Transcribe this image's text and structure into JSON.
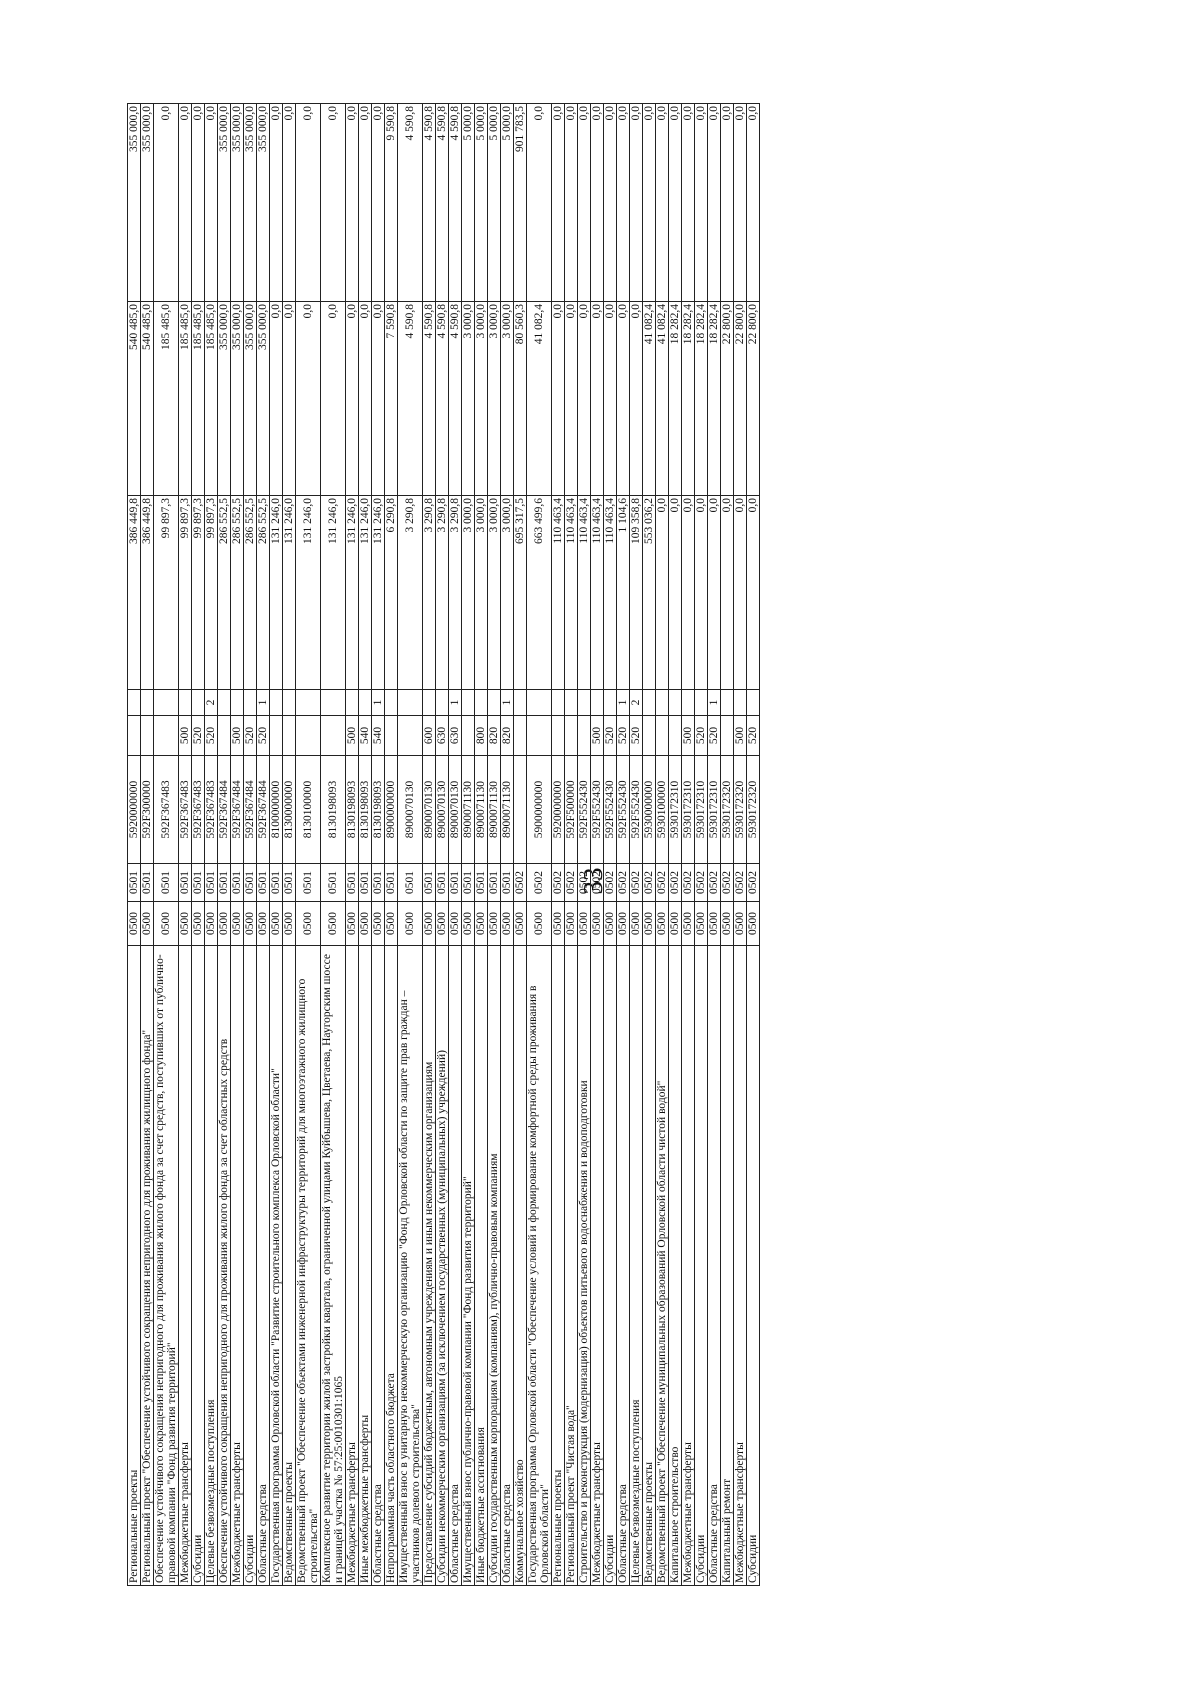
{
  "page_number": "33",
  "columns": [
    "name",
    "section",
    "subsection",
    "target",
    "expense_type",
    "flag",
    "amount_1",
    "amount_2",
    "amount_3"
  ],
  "rows": [
    {
      "name": "Региональные проекты",
      "sec": "0500",
      "sub": "0501",
      "csr": "5920000000",
      "vr": "",
      "flag": "",
      "a1": "386 449,8",
      "a2": "540 485,0",
      "a3": "355 000,0",
      "tall": false
    },
    {
      "name": "Региональный проект \"Обеспечение устойчивого сокращения непригодного для проживания жилищного фонда\"",
      "sec": "0500",
      "sub": "0501",
      "csr": "592F300000",
      "vr": "",
      "flag": "",
      "a1": "386 449,8",
      "a2": "540 485,0",
      "a3": "355 000,0",
      "tall": false
    },
    {
      "name": "Обеспечение устойчивого сокращения непригодного для проживания жилого фонда за счет средств, поступивших от публично-правовой компании \"Фонд развития территорий\"",
      "sec": "0500",
      "sub": "0501",
      "csr": "592F367483",
      "vr": "",
      "flag": "",
      "a1": "99 897,3",
      "a2": "185 485,0",
      "a3": "0,0",
      "tall": true
    },
    {
      "name": "Межбюджетные трансферты",
      "sec": "0500",
      "sub": "0501",
      "csr": "592F367483",
      "vr": "500",
      "flag": "",
      "a1": "99 897,3",
      "a2": "185 485,0",
      "a3": "0,0",
      "tall": false
    },
    {
      "name": "Субсидии",
      "sec": "0500",
      "sub": "0501",
      "csr": "592F367483",
      "vr": "520",
      "flag": "",
      "a1": "99 897,3",
      "a2": "185 485,0",
      "a3": "0,0",
      "tall": false
    },
    {
      "name": "Целевые безвозмездные поступления",
      "sec": "0500",
      "sub": "0501",
      "csr": "592F367483",
      "vr": "520",
      "flag": "2",
      "a1": "99 897,3",
      "a2": "185 485,0",
      "a3": "0,0",
      "tall": false
    },
    {
      "name": "Обеспечение устойчивого сокращения непригодного для проживания жилого фонда за счет областных средств",
      "sec": "0500",
      "sub": "0501",
      "csr": "592F367484",
      "vr": "",
      "flag": "",
      "a1": "286 552,5",
      "a2": "355 000,0",
      "a3": "355 000,0",
      "tall": false
    },
    {
      "name": "Межбюджетные трансферты",
      "sec": "0500",
      "sub": "0501",
      "csr": "592F367484",
      "vr": "500",
      "flag": "",
      "a1": "286 552,5",
      "a2": "355 000,0",
      "a3": "355 000,0",
      "tall": false
    },
    {
      "name": "Субсидии",
      "sec": "0500",
      "sub": "0501",
      "csr": "592F367484",
      "vr": "520",
      "flag": "",
      "a1": "286 552,5",
      "a2": "355 000,0",
      "a3": "355 000,0",
      "tall": false
    },
    {
      "name": "Областные средства",
      "sec": "0500",
      "sub": "0501",
      "csr": "592F367484",
      "vr": "520",
      "flag": "1",
      "a1": "286 552,5",
      "a2": "355 000,0",
      "a3": "355 000,0",
      "tall": false
    },
    {
      "name": "Государственная программа Орловской области \"Развитие строительного комплекса Орловской области\"",
      "sec": "0500",
      "sub": "0501",
      "csr": "8100000000",
      "vr": "",
      "flag": "",
      "a1": "131 246,0",
      "a2": "0,0",
      "a3": "0,0",
      "tall": false
    },
    {
      "name": "Ведомственные проекты",
      "sec": "0500",
      "sub": "0501",
      "csr": "8130000000",
      "vr": "",
      "flag": "",
      "a1": "131 246,0",
      "a2": "0,0",
      "a3": "0,0",
      "tall": false
    },
    {
      "name": "Ведомственный проект \"Обеспечение объектами инженерной инфраструктуры территорий для многоэтажного жилищного строительства\"",
      "sec": "0500",
      "sub": "0501",
      "csr": "8130100000",
      "vr": "",
      "flag": "",
      "a1": "131 246,0",
      "a2": "0,0",
      "a3": "0,0",
      "tall": true
    },
    {
      "name": "Комплексное развитие территории жилой застройки квартала, ограниченной улицами Куйбышева, Цветаева, Наугорским шоссе и границей участка № 57:25:0010301:1065",
      "sec": "0500",
      "sub": "0501",
      "csr": "8130198093",
      "vr": "",
      "flag": "",
      "a1": "131 246,0",
      "a2": "0,0",
      "a3": "0,0",
      "tall": true
    },
    {
      "name": "Межбюджетные трансферты",
      "sec": "0500",
      "sub": "0501",
      "csr": "8130198093",
      "vr": "500",
      "flag": "",
      "a1": "131 246,0",
      "a2": "0,0",
      "a3": "0,0",
      "tall": false
    },
    {
      "name": "Иные межбюджетные трансферты",
      "sec": "0500",
      "sub": "0501",
      "csr": "8130198093",
      "vr": "540",
      "flag": "",
      "a1": "131 246,0",
      "a2": "0,0",
      "a3": "0,0",
      "tall": false
    },
    {
      "name": "Областные средства",
      "sec": "0500",
      "sub": "0501",
      "csr": "8130198093",
      "vr": "540",
      "flag": "1",
      "a1": "131 246,0",
      "a2": "0,0",
      "a3": "0,0",
      "tall": false
    },
    {
      "name": "Непрограммная часть областного бюджета",
      "sec": "0500",
      "sub": "0501",
      "csr": "8900000000",
      "vr": "",
      "flag": "",
      "a1": "6 290,8",
      "a2": "7 590,8",
      "a3": "9 590,8",
      "tall": false
    },
    {
      "name": "Имущественный взнос в унитарную некоммерческую организацию \"Фонд Орловской области по защите прав граждан – участников долевого строительства\"",
      "sec": "0500",
      "sub": "0501",
      "csr": "8900070130",
      "vr": "",
      "flag": "",
      "a1": "3 290,8",
      "a2": "4 590,8",
      "a3": "4 590,8",
      "tall": true
    },
    {
      "name": "Предоставление субсидий бюджетным, автономным учреждениям и иным некоммерческим организациям",
      "sec": "0500",
      "sub": "0501",
      "csr": "8900070130",
      "vr": "600",
      "flag": "",
      "a1": "3 290,8",
      "a2": "4 590,8",
      "a3": "4 590,8",
      "tall": false
    },
    {
      "name": "Субсидии некоммерческим организациям (за исключением государственных (муниципальных) учреждений)",
      "sec": "0500",
      "sub": "0501",
      "csr": "8900070130",
      "vr": "630",
      "flag": "",
      "a1": "3 290,8",
      "a2": "4 590,8",
      "a3": "4 590,8",
      "tall": false
    },
    {
      "name": "Областные средства",
      "sec": "0500",
      "sub": "0501",
      "csr": "8900070130",
      "vr": "630",
      "flag": "1",
      "a1": "3 290,8",
      "a2": "4 590,8",
      "a3": "4 590,8",
      "tall": false
    },
    {
      "name": "Имущественный взнос публично-правовой компании \"Фонд развития территорий\"",
      "sec": "0500",
      "sub": "0501",
      "csr": "8900071130",
      "vr": "",
      "flag": "",
      "a1": "3 000,0",
      "a2": "3 000,0",
      "a3": "5 000,0",
      "tall": false
    },
    {
      "name": "Иные бюджетные ассигнования",
      "sec": "0500",
      "sub": "0501",
      "csr": "8900071130",
      "vr": "800",
      "flag": "",
      "a1": "3 000,0",
      "a2": "3 000,0",
      "a3": "5 000,0",
      "tall": false
    },
    {
      "name": "Субсидии государственным корпорациям (компаниям), публично-правовым компаниям",
      "sec": "0500",
      "sub": "0501",
      "csr": "8900071130",
      "vr": "820",
      "flag": "",
      "a1": "3 000,0",
      "a2": "3 000,0",
      "a3": "5 000,0",
      "tall": false
    },
    {
      "name": "Областные средства",
      "sec": "0500",
      "sub": "0501",
      "csr": "8900071130",
      "vr": "820",
      "flag": "1",
      "a1": "3 000,0",
      "a2": "3 000,0",
      "a3": "5 000,0",
      "tall": false
    },
    {
      "name": "Коммунальное хозяйство",
      "sec": "0500",
      "sub": "0502",
      "csr": "",
      "vr": "",
      "flag": "",
      "a1": "695 317,5",
      "a2": "80 560,3",
      "a3": "901 783,5",
      "tall": false
    },
    {
      "name": "Государственная программа Орловской области \"Обеспечение условий и формирование комфортной среды проживания в Орловской области\"",
      "sec": "0500",
      "sub": "0502",
      "csr": "5900000000",
      "vr": "",
      "flag": "",
      "a1": "663 499,6",
      "a2": "41 082,4",
      "a3": "0,0",
      "tall": true
    },
    {
      "name": "Региональные проекты",
      "sec": "0500",
      "sub": "0502",
      "csr": "5920000000",
      "vr": "",
      "flag": "",
      "a1": "110 463,4",
      "a2": "0,0",
      "a3": "0,0",
      "tall": false
    },
    {
      "name": "Региональный проект \"Чистая вода\"",
      "sec": "0500",
      "sub": "0502",
      "csr": "592F500000",
      "vr": "",
      "flag": "",
      "a1": "110 463,4",
      "a2": "0,0",
      "a3": "0,0",
      "tall": false
    },
    {
      "name": "Строительство и реконструкция (модернизация) объектов питьевого водоснабжения и водоподготовки",
      "sec": "0500",
      "sub": "0502",
      "csr": "592F552430",
      "vr": "",
      "flag": "",
      "a1": "110 463,4",
      "a2": "0,0",
      "a3": "0,0",
      "tall": false
    },
    {
      "name": "Межбюджетные трансферты",
      "sec": "0500",
      "sub": "0502",
      "csr": "592F552430",
      "vr": "500",
      "flag": "",
      "a1": "110 463,4",
      "a2": "0,0",
      "a3": "0,0",
      "tall": false
    },
    {
      "name": "Субсидии",
      "sec": "0500",
      "sub": "0502",
      "csr": "592F552430",
      "vr": "520",
      "flag": "",
      "a1": "110 463,4",
      "a2": "0,0",
      "a3": "0,0",
      "tall": false
    },
    {
      "name": "Областные средства",
      "sec": "0500",
      "sub": "0502",
      "csr": "592F552430",
      "vr": "520",
      "flag": "1",
      "a1": "1 104,6",
      "a2": "0,0",
      "a3": "0,0",
      "tall": false
    },
    {
      "name": "Целевые безвозмездные поступления",
      "sec": "0500",
      "sub": "0502",
      "csr": "592F552430",
      "vr": "520",
      "flag": "2",
      "a1": "109 358,8",
      "a2": "0,0",
      "a3": "0,0",
      "tall": false
    },
    {
      "name": "Ведомственные проекты",
      "sec": "0500",
      "sub": "0502",
      "csr": "5930000000",
      "vr": "",
      "flag": "",
      "a1": "553 036,2",
      "a2": "41 082,4",
      "a3": "0,0",
      "tall": false
    },
    {
      "name": "Ведомственный проект \"Обеспечение муниципальных образований Орловской области чистой водой\"",
      "sec": "0500",
      "sub": "0502",
      "csr": "5930100000",
      "vr": "",
      "flag": "",
      "a1": "0,0",
      "a2": "41 082,4",
      "a3": "0,0",
      "tall": false
    },
    {
      "name": "Капитальное строительство",
      "sec": "0500",
      "sub": "0502",
      "csr": "5930172310",
      "vr": "",
      "flag": "",
      "a1": "0,0",
      "a2": "18 282,4",
      "a3": "0,0",
      "tall": false
    },
    {
      "name": "Межбюджетные трансферты",
      "sec": "0500",
      "sub": "0502",
      "csr": "5930172310",
      "vr": "500",
      "flag": "",
      "a1": "0,0",
      "a2": "18 282,4",
      "a3": "0,0",
      "tall": false
    },
    {
      "name": "Субсидии",
      "sec": "0500",
      "sub": "0502",
      "csr": "5930172310",
      "vr": "520",
      "flag": "",
      "a1": "0,0",
      "a2": "18 282,4",
      "a3": "0,0",
      "tall": false
    },
    {
      "name": "Областные средства",
      "sec": "0500",
      "sub": "0502",
      "csr": "5930172310",
      "vr": "520",
      "flag": "1",
      "a1": "0,0",
      "a2": "18 282,4",
      "a3": "0,0",
      "tall": false
    },
    {
      "name": "Капитальный ремонт",
      "sec": "0500",
      "sub": "0502",
      "csr": "5930172320",
      "vr": "",
      "flag": "",
      "a1": "0,0",
      "a2": "22 800,0",
      "a3": "0,0",
      "tall": false
    },
    {
      "name": "Межбюджетные трансферты",
      "sec": "0500",
      "sub": "0502",
      "csr": "5930172320",
      "vr": "500",
      "flag": "",
      "a1": "0,0",
      "a2": "22 800,0",
      "a3": "0,0",
      "tall": false
    },
    {
      "name": "Субсидии",
      "sec": "0500",
      "sub": "0502",
      "csr": "5930172320",
      "vr": "520",
      "flag": "",
      "a1": "0,0",
      "a2": "22 800,0",
      "a3": "0,0",
      "tall": false
    }
  ]
}
